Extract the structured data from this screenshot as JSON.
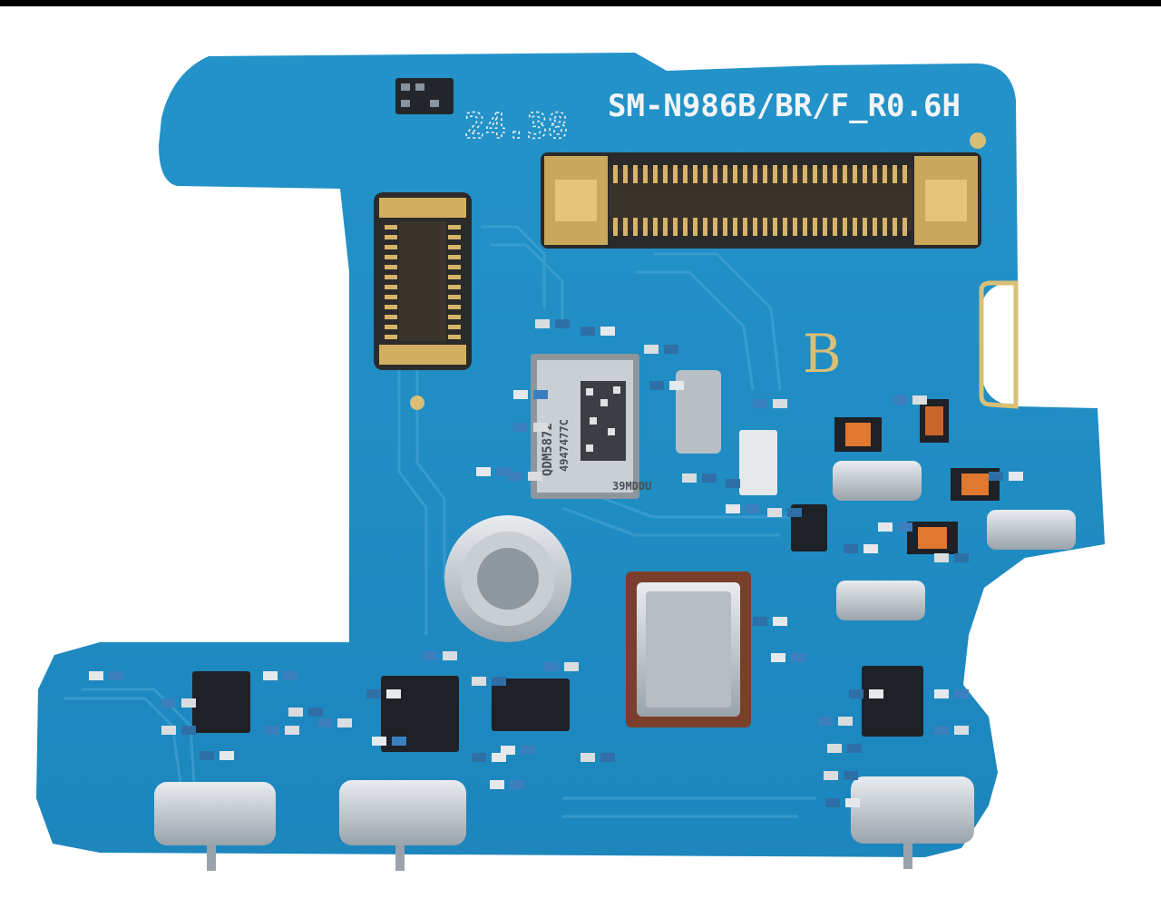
{
  "image": {
    "subject": "circuit board",
    "silkscreen_model": "SM-N986B/BR/F_R0.6H",
    "silkscreen_date_code": "24.38",
    "side_marking": "B",
    "chip_marking_line1": "QDM5872",
    "chip_marking_line2": "4947477C",
    "chip_marking_line3": "39MDDU"
  },
  "colors": {
    "pcb": "#1f8ec5",
    "pcb_trace": "#1a7fb5",
    "gold": "#d4b46a",
    "chip": "#1c1f24",
    "frame": "#000000"
  }
}
